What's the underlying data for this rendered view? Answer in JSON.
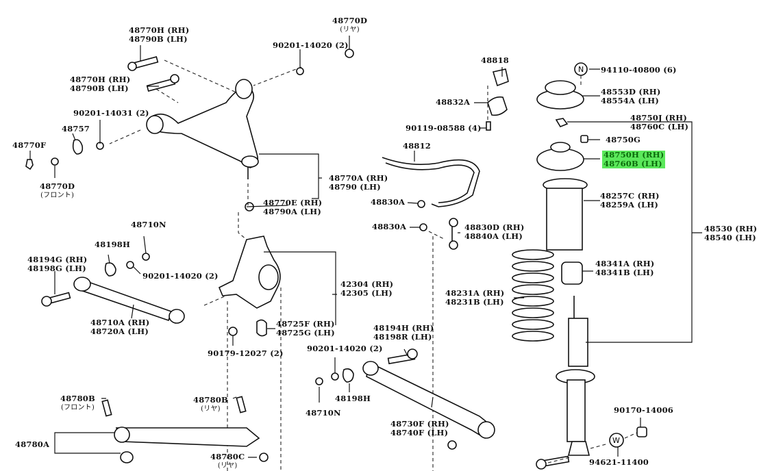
{
  "diagram": {
    "title": "Rear Suspension Parts Diagram",
    "highlight_color": "#5be85b",
    "labels": [
      {
        "id": "l01",
        "lines": [
          "48770H (RH)",
          "48790B (LH)"
        ]
      },
      {
        "id": "l02",
        "lines": [
          "48770D"
        ],
        "sub": "(リヤ)"
      },
      {
        "id": "l03",
        "lines": [
          "90201-14020 (2)"
        ]
      },
      {
        "id": "l04",
        "lines": [
          "48770H (RH)",
          "48790B (LH)"
        ]
      },
      {
        "id": "l05",
        "lines": [
          "90201-14031 (2)"
        ]
      },
      {
        "id": "l06",
        "lines": [
          "48757"
        ]
      },
      {
        "id": "l07",
        "lines": [
          "48770F"
        ]
      },
      {
        "id": "l08",
        "lines": [
          "48770D"
        ],
        "sub": "(フロント)"
      },
      {
        "id": "l09",
        "lines": [
          "48770A (RH)",
          "48790 (LH)"
        ]
      },
      {
        "id": "l10",
        "lines": [
          "48770E (RH)",
          "48790A (LH)"
        ]
      },
      {
        "id": "l11",
        "lines": [
          "48818"
        ]
      },
      {
        "id": "l12",
        "lines": [
          "48832A"
        ]
      },
      {
        "id": "l13",
        "lines": [
          "90119-08588 (4)"
        ]
      },
      {
        "id": "l14",
        "lines": [
          "48812"
        ]
      },
      {
        "id": "l15",
        "lines": [
          "48830A"
        ]
      },
      {
        "id": "l16",
        "lines": [
          "48830A"
        ]
      },
      {
        "id": "l17",
        "lines": [
          "48830D (RH)",
          "48840A (LH)"
        ]
      },
      {
        "id": "l18",
        "lines": [
          "94110-40800 (6)"
        ]
      },
      {
        "id": "l19",
        "lines": [
          "48553D (RH)",
          "48554A (LH)"
        ]
      },
      {
        "id": "l20",
        "lines": [
          "48750J (RH)",
          "48760C (LH)"
        ]
      },
      {
        "id": "l21",
        "lines": [
          "48750G"
        ]
      },
      {
        "id": "l22",
        "lines": [
          "48750H (RH)",
          "48760B (LH)"
        ],
        "highlighted": true
      },
      {
        "id": "l23",
        "lines": [
          "48257C (RH)",
          "48259A (LH)"
        ]
      },
      {
        "id": "l24",
        "lines": [
          "48530 (RH)",
          "48540 (LH)"
        ]
      },
      {
        "id": "l25",
        "lines": [
          "48341A (RH)",
          "48341B (LH)"
        ]
      },
      {
        "id": "l26",
        "lines": [
          "48231A (RH)",
          "48231B (LH)"
        ]
      },
      {
        "id": "l27",
        "lines": [
          "48710N"
        ]
      },
      {
        "id": "l28",
        "lines": [
          "48198H"
        ]
      },
      {
        "id": "l29",
        "lines": [
          "48194G (RH)",
          "48198G (LH)"
        ]
      },
      {
        "id": "l30",
        "lines": [
          "90201-14020 (2)"
        ]
      },
      {
        "id": "l31",
        "lines": [
          "48710A (RH)",
          "48720A (LH)"
        ]
      },
      {
        "id": "l32",
        "lines": [
          "42304 (RH)",
          "42305 (LH)"
        ]
      },
      {
        "id": "l33",
        "lines": [
          "48725F (RH)",
          "48725G (LH)"
        ]
      },
      {
        "id": "l34",
        "lines": [
          "90179-12027 (2)"
        ]
      },
      {
        "id": "l35",
        "lines": [
          "48194H (RH)",
          "48198R (LH)"
        ]
      },
      {
        "id": "l36",
        "lines": [
          "90201-14020 (2)"
        ]
      },
      {
        "id": "l37",
        "lines": [
          "48198H"
        ]
      },
      {
        "id": "l38",
        "lines": [
          "48710N"
        ]
      },
      {
        "id": "l39",
        "lines": [
          "48730F (RH)",
          "48740F (LH)"
        ]
      },
      {
        "id": "l40",
        "lines": [
          "48780B"
        ],
        "sub": "(フロント)"
      },
      {
        "id": "l41",
        "lines": [
          "48780B"
        ],
        "sub": "(リヤ)"
      },
      {
        "id": "l42",
        "lines": [
          "48780A"
        ]
      },
      {
        "id": "l43",
        "lines": [
          "48780C"
        ],
        "sub": "(リヤ)"
      },
      {
        "id": "l44",
        "lines": [
          "90170-14006"
        ]
      },
      {
        "id": "l45",
        "lines": [
          "94621-11400"
        ]
      }
    ],
    "symbols": {
      "n_symbol": "N",
      "w_symbol": "W"
    }
  }
}
